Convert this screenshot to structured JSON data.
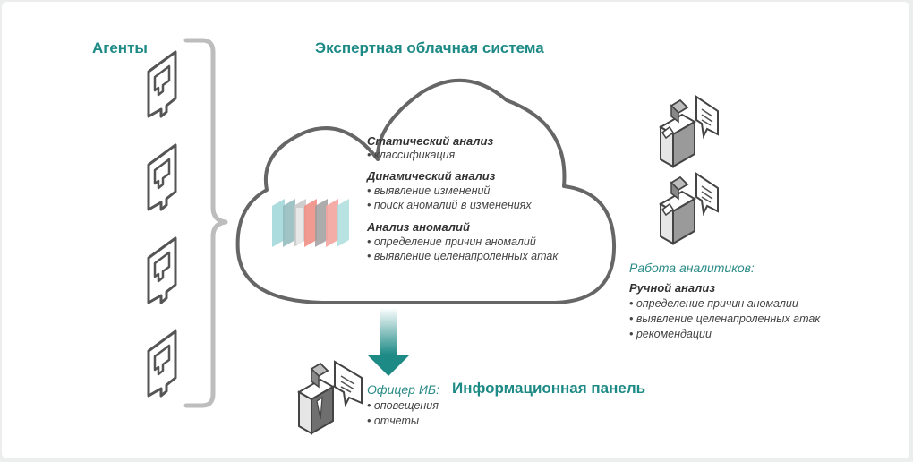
{
  "agents_title": "Агенты",
  "cloud_title": "Экспертная облачная система",
  "cloud": {
    "static_heading": "Статический анализ",
    "static_items": [
      "• классификация"
    ],
    "dynamic_heading": "Динамический анализ",
    "dynamic_items": [
      "• выявление изменений",
      "• поиск аномалий в изменениях"
    ],
    "anomaly_heading": "Анализ аномалий",
    "anomaly_items": [
      "• определение причин аномалий",
      "• выявление целенапроленных атак"
    ]
  },
  "analysts": {
    "title": "Работа аналитиков:",
    "manual_heading": "Ручной анализ",
    "items": [
      "• определение причин аномалии",
      "• выявление целенапроленных атак",
      "• рекомендации"
    ]
  },
  "officer": {
    "title": "Офицер ИБ:",
    "items": [
      "• оповещения",
      "• отчеты"
    ]
  },
  "panel_title": "Информационная панель",
  "colors": {
    "teal": "#1e8a86",
    "outline": "#666666",
    "bracket": "#bdbdbd",
    "coral": "#f08f86"
  },
  "icons": [
    "agent-device-icon",
    "analyst-icon",
    "officer-icon",
    "down-arrow-icon",
    "brace-icon",
    "cloud-icon"
  ]
}
